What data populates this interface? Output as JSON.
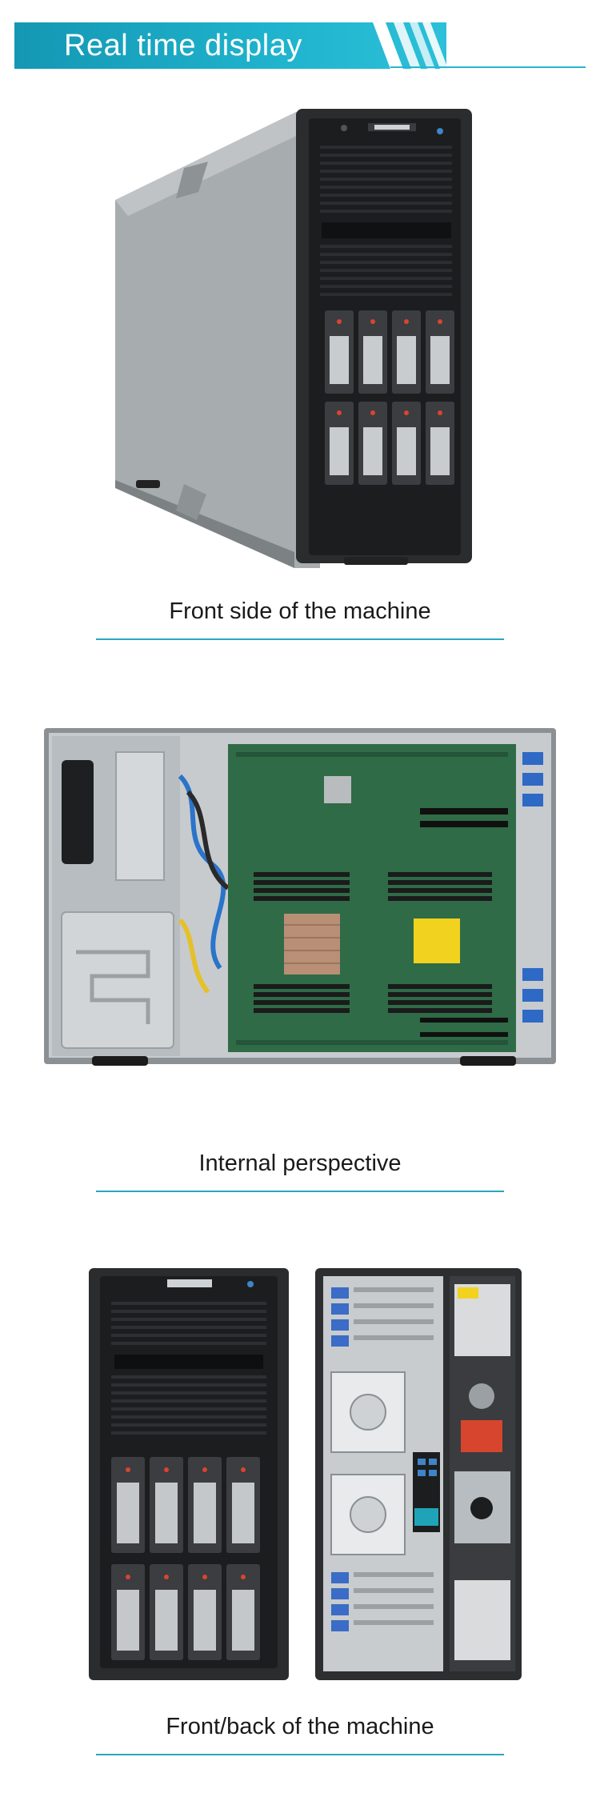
{
  "header": {
    "title": "Real time display"
  },
  "sections": [
    {
      "caption": "Front side of the machine"
    },
    {
      "caption": "Internal perspective"
    },
    {
      "caption": "Front/back of the machine"
    }
  ],
  "colors": {
    "accent": "#1fb3cd",
    "rule": "#2aa6c0",
    "chassis": "#9aa0a3",
    "bezel": "#1e2022",
    "board": "#2f6b46"
  }
}
